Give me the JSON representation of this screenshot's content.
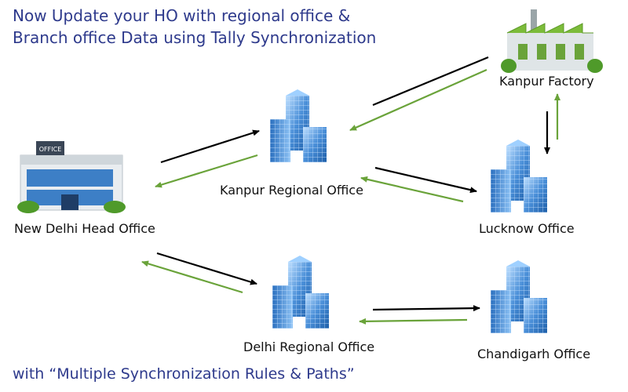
{
  "headline": {
    "line1": "Now Update your HO with regional office &",
    "line2": "Branch office Data using Tally Synchronization"
  },
  "footer": "with “Multiple Synchronization Rules & Paths”",
  "nodes": {
    "head_office": "New Delhi Head Office",
    "kanpur_regional": "Kanpur Regional Office",
    "delhi_regional": "Delhi Regional Office",
    "kanpur_factory": "Kanpur Factory",
    "lucknow": "Lucknow Office",
    "chandigarh": "Chandigarh Office"
  },
  "head_office_sign": "OFFICE",
  "colors": {
    "title": "#2e3a8c",
    "arrow_black": "#000000",
    "arrow_green": "#6aa33a",
    "tower_blue": "#4a8fd8"
  }
}
